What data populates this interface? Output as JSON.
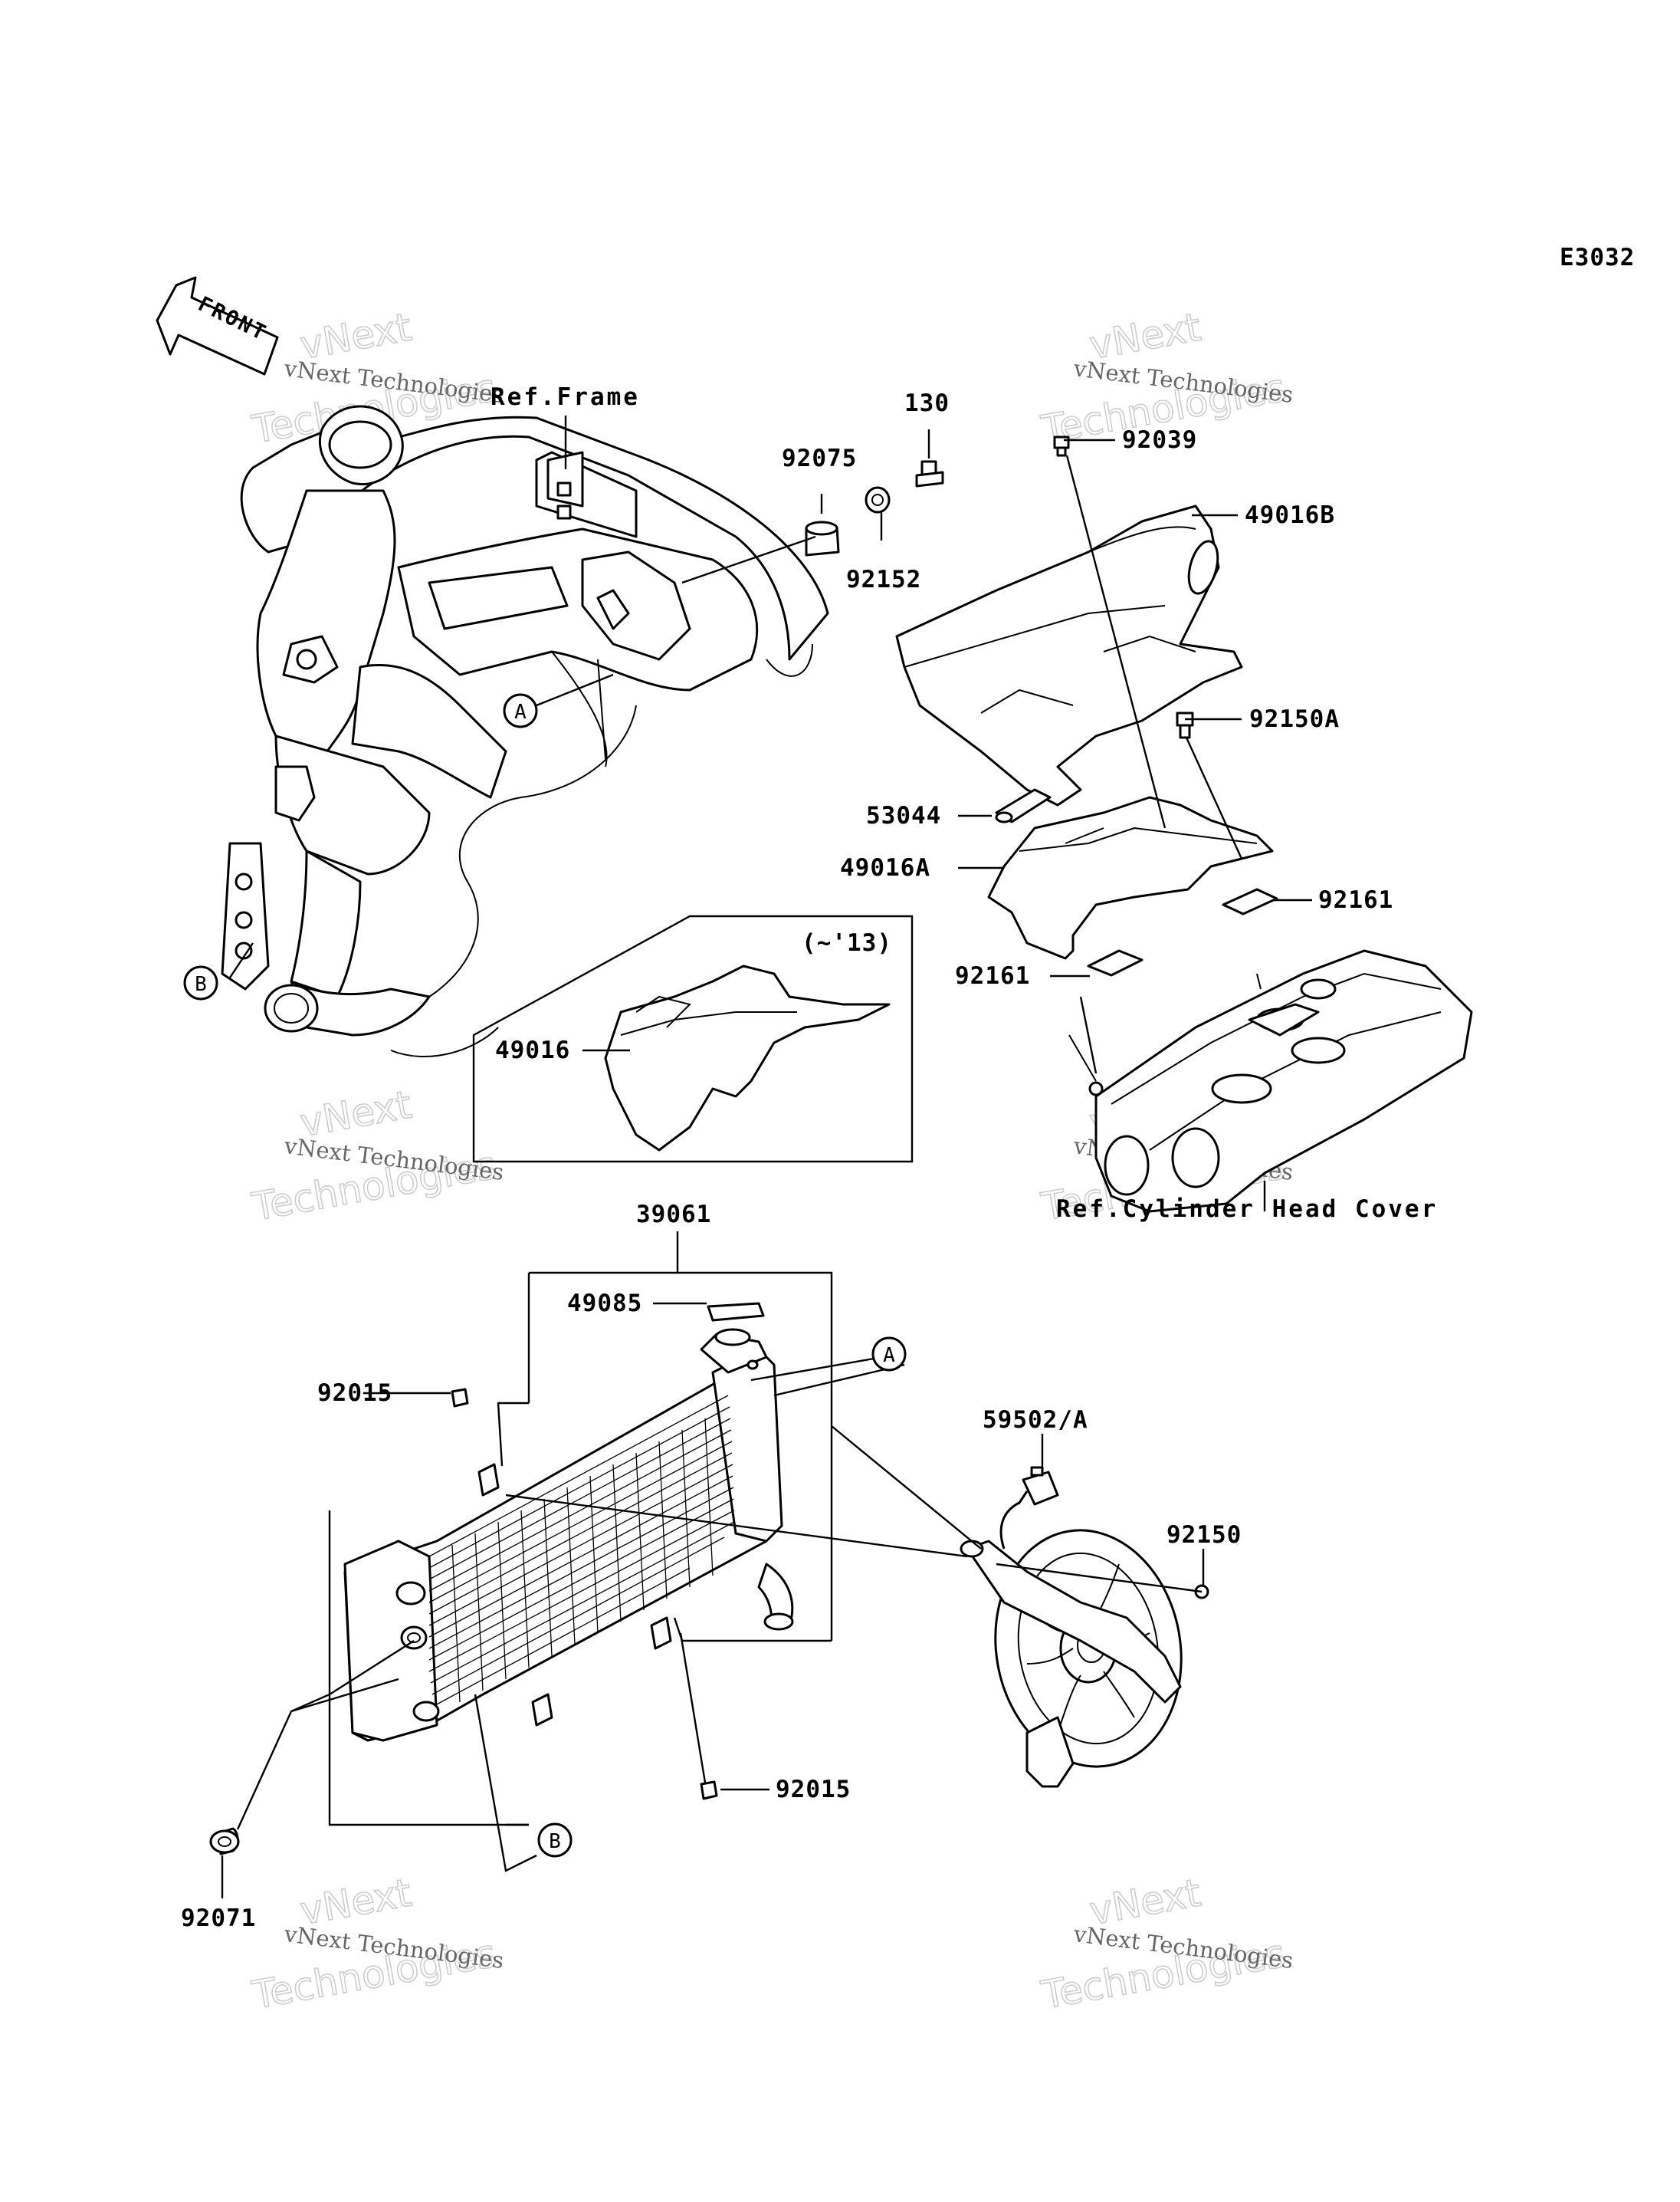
{
  "diagram_code": "E3032",
  "front_label": "FRONT",
  "watermark": {
    "line1": "vNext Technologies",
    "line2": "Technologies",
    "line3": "vNext"
  },
  "refs": {
    "frame": "Ref.Frame",
    "cylinder_head_cover": "Ref.Cylinder Head Cover"
  },
  "inset_note": "(~'13)",
  "callouts": {
    "a": "A",
    "b": "B"
  },
  "parts": [
    "130",
    "92039",
    "49016B",
    "92075",
    "92152",
    "92150A",
    "53044",
    "49016A",
    "92161",
    "92161",
    "49016",
    "39061",
    "49085",
    "92015",
    "59502/A",
    "92150",
    "92015",
    "92071"
  ],
  "colors": {
    "ink": "#000000",
    "watermark": "#c8c8c8",
    "background": "#ffffff"
  }
}
